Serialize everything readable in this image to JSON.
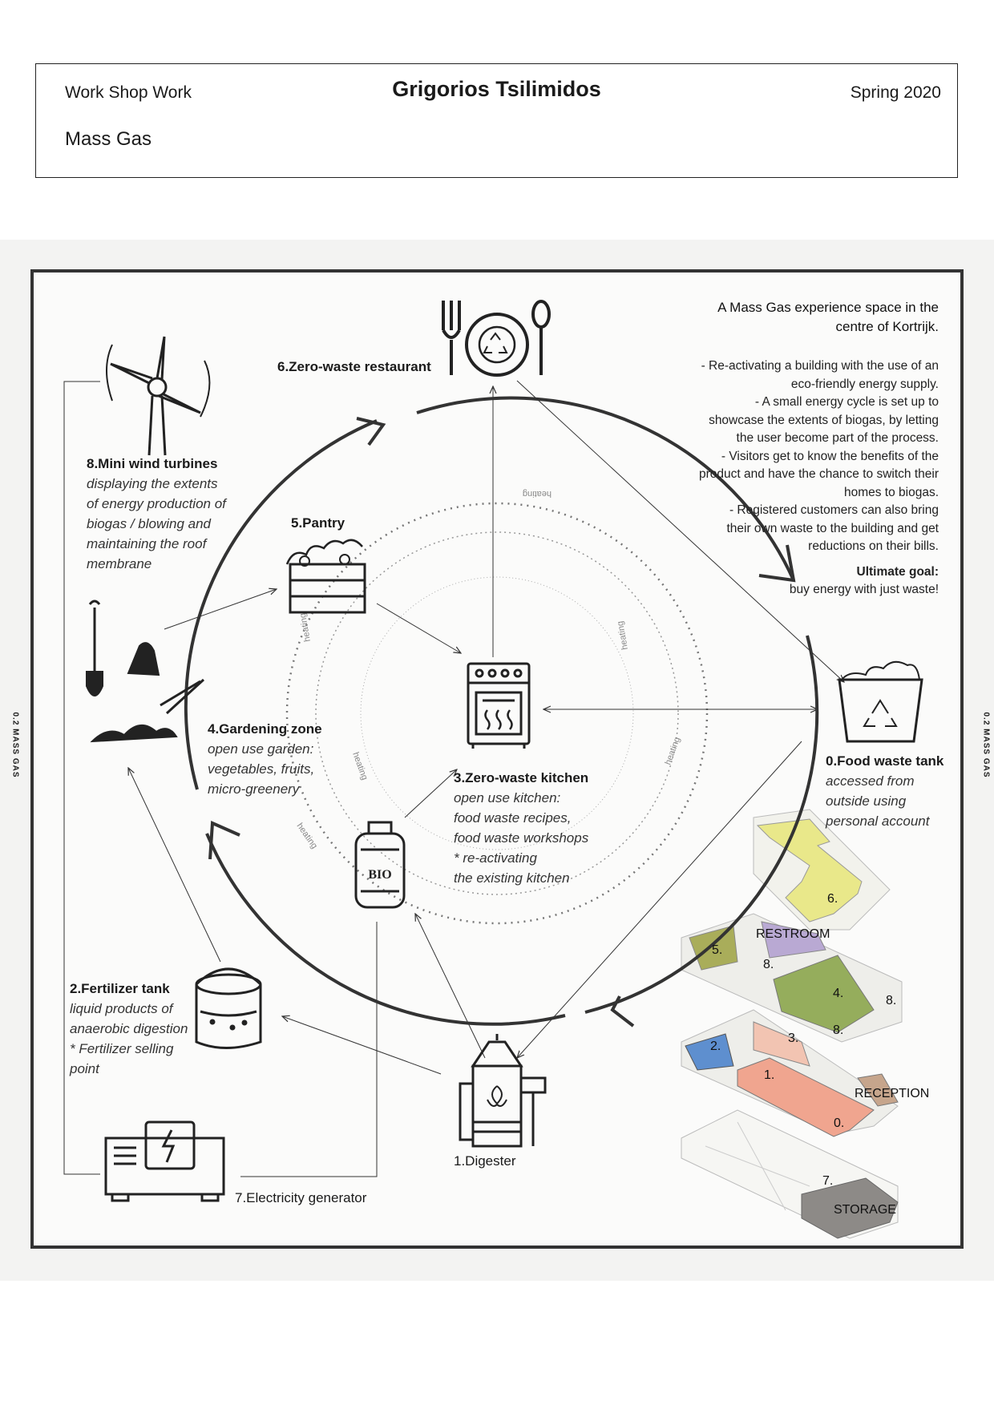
{
  "header": {
    "course": "Work Shop Work",
    "author": "Grigorios Tsilimidos",
    "term": "Spring 2020",
    "project": "Mass Gas"
  },
  "side_labels": {
    "left": "0.2 MASS GAS",
    "right": "0.2 MASS GAS"
  },
  "intro": {
    "heading_line1": "A Mass Gas experience space in the",
    "heading_line2": "centre of Kortrijk.",
    "lines": [
      "- Re-activating a building with the use of an",
      "eco-friendly energy supply.",
      "- A small energy cycle is set up to",
      "showcase the extents of biogas, by letting",
      "the user become part of the process.",
      "- Visitors get to know the benefits of the",
      "product and have the chance to switch their",
      "homes to biogas.",
      "- Registered customers can also bring",
      "their own waste to the building and get",
      "reductions on their bills."
    ],
    "goal_title": "Ultimate goal:",
    "goal_text": "buy energy with just waste!"
  },
  "stations": {
    "s0": {
      "title": "0.Food waste tank",
      "desc": [
        "accessed from",
        "outside using",
        "personal account"
      ],
      "icon": "recycling-bin-icon"
    },
    "s1": {
      "title": "1.Digester",
      "icon": "digester-icon"
    },
    "s2": {
      "title": "2.Fertilizer tank",
      "desc": [
        "liquid products of",
        "anaerobic digestion",
        "* Fertilizer selling",
        "point"
      ],
      "icon": "fertilizer-tank-icon"
    },
    "s3": {
      "title": "3.Zero-waste kitchen",
      "desc": [
        "open use kitchen:",
        "food waste recipes,",
        "food waste workshops",
        "* re-activating",
        "the existing kitchen"
      ],
      "icon": "oven-icon"
    },
    "s4": {
      "title": "4.Gardening zone",
      "desc": [
        "open use garden:",
        "vegetables, fruits,",
        "micro-greenery"
      ],
      "icon": "garden-tools-icon"
    },
    "s5": {
      "title": "5.Pantry",
      "icon": "pantry-crate-icon"
    },
    "s6": {
      "title": "6.Zero-waste restaurant",
      "icon": "plate-cutlery-icon"
    },
    "s7": {
      "title": "7.Electricity generator",
      "icon": "generator-icon"
    },
    "s8": {
      "title": "8.Mini wind turbines",
      "desc": [
        "displaying the extents",
        "of energy production of",
        "biogas / blowing and",
        "maintaining the roof",
        "membrane"
      ],
      "icon": "wind-turbine-icon"
    }
  },
  "gas_bottle_label": "BIO",
  "ring_labels": [
    "heating",
    "heating",
    "heating",
    "heating",
    "heating",
    "heating"
  ],
  "plan": {
    "labels": {
      "n6": "6.",
      "restroom": "RESTROOM",
      "n5": "5.",
      "n8a": "8.",
      "n4": "4.",
      "n8b": "8.",
      "n3": "3.",
      "n2": "2.",
      "n8c": "8.",
      "n1": "1.",
      "reception": "RECEPTION",
      "n0": "0.",
      "n7": "7.",
      "storage": "STORAGE"
    },
    "colors": {
      "yellow": "#e9e88a",
      "purple": "#b9a9d3",
      "olive": "#a9ad5a",
      "green": "#95ad5c",
      "salmon": "#f0a58f",
      "pink": "#f2c4b2",
      "blue": "#5e8fcf",
      "brown": "#c6a58c",
      "grey": "#8d8a87"
    }
  }
}
